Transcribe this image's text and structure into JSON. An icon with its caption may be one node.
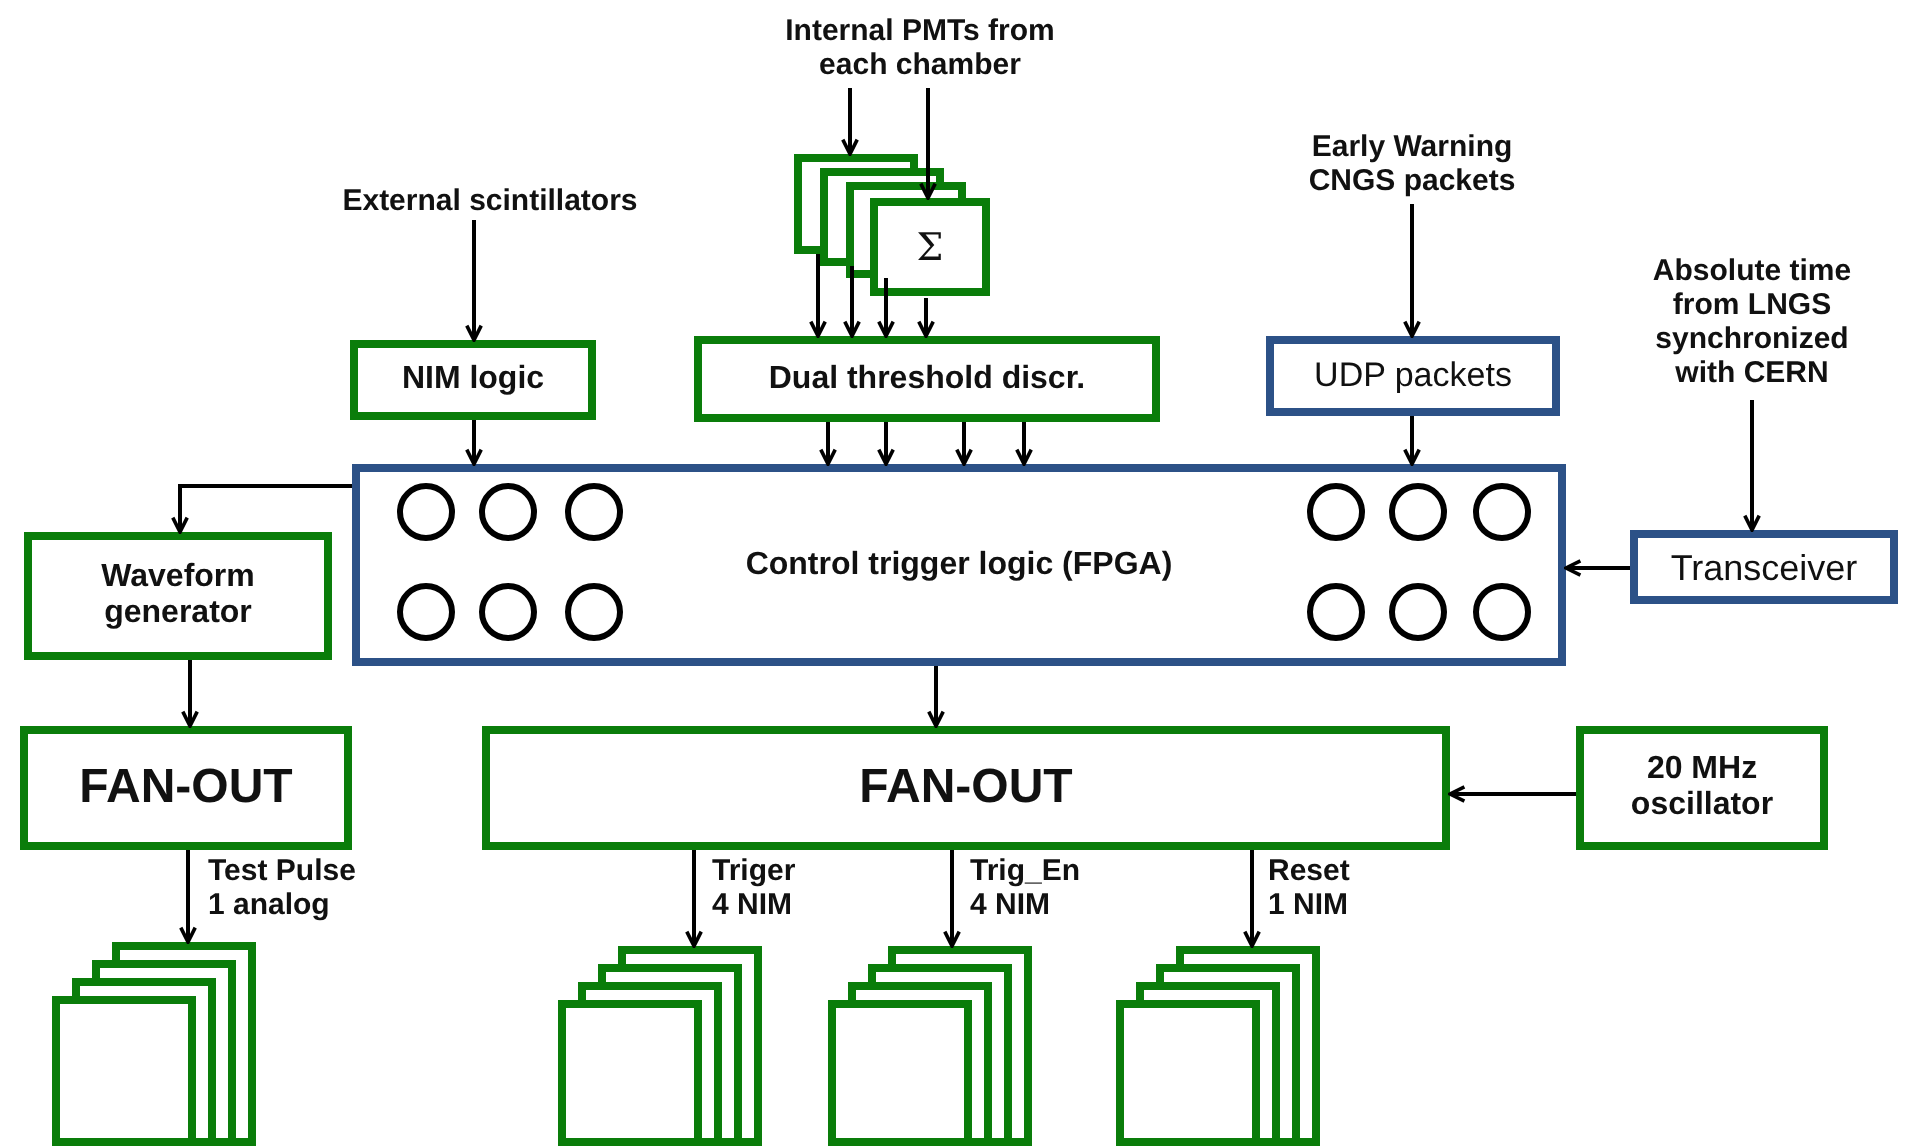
{
  "diagram": {
    "nodes": [
      {
        "text": [
          "External scintillators"
        ]
      },
      {
        "text": [
          "Internal PMTs from each chamber"
        ]
      },
      {
        "text": [
          "Early Warning CNGS packets"
        ]
      },
      {
        "text": [
          "Absolute time from LNGS synchronized with CERN"
        ]
      },
      {
        "text": [
          "NIM logic"
        ]
      },
      {
        "text": [
          "Σ"
        ]
      },
      {
        "text": [
          "Dual threshold discr."
        ]
      },
      {
        "text": [
          "UDP packets"
        ]
      },
      {
        "text": [
          "Control trigger logic (FPGA)"
        ]
      },
      {
        "text": [
          "Transceiver"
        ]
      },
      {
        "text": [
          "Waveform generator"
        ]
      },
      {
        "text": [
          "FAN-OUT"
        ]
      },
      {
        "text": [
          "FAN-OUT"
        ]
      },
      {
        "text": [
          "20 MHz oscillator"
        ]
      },
      {
        "text": [],
        "shape": "box"
      },
      {
        "text": [],
        "shape": "box"
      },
      {
        "text": [],
        "shape": "box"
      },
      {
        "text": [],
        "shape": "box"
      }
    ],
    "edges": [
      {
        "from": 0,
        "to": 4,
        "arrow": "to"
      },
      {
        "from": 1,
        "to": 5,
        "arrow": "to"
      },
      {
        "from": 1,
        "to": 5,
        "arrow": "to"
      },
      {
        "from": 5,
        "to": 6,
        "arrow": "to"
      },
      {
        "from": 5,
        "to": 6,
        "arrow": "to"
      },
      {
        "from": 5,
        "to": 6,
        "arrow": "to"
      },
      {
        "from": 5,
        "to": 6,
        "arrow": "to"
      },
      {
        "from": 2,
        "to": 7,
        "arrow": "to"
      },
      {
        "from": 3,
        "to": 9,
        "arrow": "to"
      },
      {
        "from": 4,
        "to": 8,
        "arrow": "to"
      },
      {
        "from": 6,
        "to": 8,
        "arrow": "to"
      },
      {
        "from": 6,
        "to": 8,
        "arrow": "to"
      },
      {
        "from": 6,
        "to": 8,
        "arrow": "to"
      },
      {
        "from": 6,
        "to": 8,
        "arrow": "to"
      },
      {
        "from": 7,
        "to": 8,
        "arrow": "to"
      },
      {
        "from": 9,
        "to": 8,
        "arrow": "to"
      },
      {
        "from": 8,
        "to": 10,
        "arrow": "to"
      },
      {
        "from": 10,
        "to": 11,
        "arrow": "to"
      },
      {
        "from": 8,
        "to": 12,
        "arrow": "to"
      },
      {
        "from": 13,
        "to": 12,
        "arrow": "to"
      },
      {
        "from": 11,
        "to": 14,
        "label": "Test Pulse 1 analog",
        "arrow": "to"
      },
      {
        "from": 12,
        "to": 15,
        "label": "Triger 4 NIM",
        "arrow": "to"
      },
      {
        "from": 12,
        "to": 16,
        "label": "Trig_En 4 NIM",
        "arrow": "to"
      },
      {
        "from": 12,
        "to": 17,
        "label": "Reset 1 NIM",
        "arrow": "to"
      }
    ]
  }
}
